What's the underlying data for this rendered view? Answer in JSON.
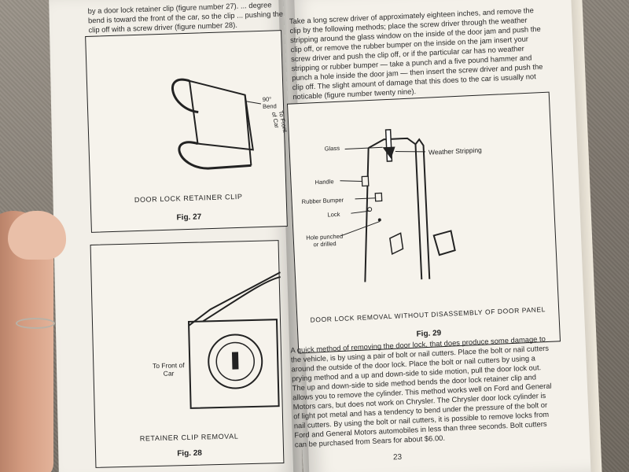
{
  "left_page": {
    "text": "by a door lock retainer clip (figure number 27). ... degree bend is toward the front of the car, so the clip ... pushing the clip off with a screw driver (figure number 28).",
    "fig27": {
      "caption": "DOOR LOCK RETAINER CLIP",
      "number": "Fig. 27",
      "label_bend": "90° Bend",
      "label_front": "To Front of Car"
    },
    "fig28": {
      "caption": "RETAINER CLIP REMOVAL",
      "number": "Fig. 28",
      "label_front": "To Front of Car"
    }
  },
  "right_page": {
    "paragraph1": "Take a long screw driver of approximately eighteen inches, and remove the clip by the following methods; place the screw driver through the weather stripping around the glass window on the inside of the door jam and push the clip off, or remove the rubber bumper on the inside on the jam insert your screw driver and push the clip off, or if the particular car has no weather stripping or rubber bumper — take a punch and a five pound hammer and punch a hole inside the door jam — then insert the screw driver and push the clip off. The slight amount of damage that this does to the car is usually not noticable (figure number twenty nine).",
    "fig29": {
      "caption": "DOOR LOCK REMOVAL WITHOUT DISASSEMBLY OF DOOR PANEL",
      "number": "Fig. 29",
      "labels": {
        "glass": "Glass",
        "weather": "Weather Stripping",
        "handle": "Handle",
        "bumper": "Rubber Bumper",
        "lock": "Lock",
        "hole": "Hole punched or drilled"
      }
    },
    "paragraph2": "A quick method of removing the door lock, that does produce some damage to the vehicle, is by using a pair of bolt or nail cutters. Place the bolt or nail cutters around the outside of the door lock. Place the bolt or nail cutters by using a prying method and a up and down-side to side motion, pull the door lock out. The up and down-side to side method bends the door lock retainer clip and allows you to remove the cylinder. This method works well on Ford and General Motors cars, but does not work on Chrysler. The Chrysler door lock cylinder is of light pot metal and has a tendency to bend under the pressure of the bolt or nail cutters. By using the bolt or nail cutters, it is possible to remove locks from Ford and General Motors automobiles in less than three seconds. Bolt cutters can be purchased from Sears for about $6.00.",
    "page_number": "23"
  }
}
